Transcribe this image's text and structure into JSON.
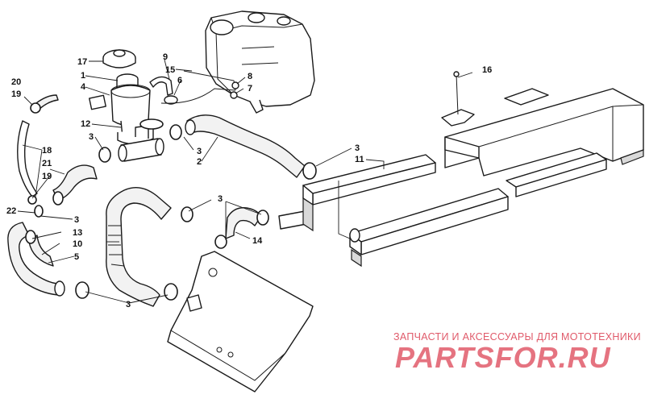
{
  "callouts": {
    "c1": "1",
    "c2": "2",
    "c3a": "3",
    "c3b": "3",
    "c3c": "3",
    "c3d": "3",
    "c3e": "3",
    "c3f": "3",
    "c4": "4",
    "c5": "5",
    "c6": "6",
    "c7": "7",
    "c8": "8",
    "c9": "9",
    "c10": "10",
    "c11": "11",
    "c12": "12",
    "c13": "13",
    "c14": "14",
    "c15": "15",
    "c16": "16",
    "c17": "17",
    "c18": "18",
    "c19a": "19",
    "c19b": "19",
    "c20": "20",
    "c21": "21",
    "c22": "22"
  },
  "watermark": {
    "tagline": "ЗАПЧАСТИ И АКСЕССУАРЫ ДЛЯ МОТОТЕХНИКИ",
    "logo_text": "PARTSFOR.RU"
  },
  "colors": {
    "line": "#1a1a1a",
    "watermark": "#e05a6a",
    "background": "#ffffff"
  }
}
